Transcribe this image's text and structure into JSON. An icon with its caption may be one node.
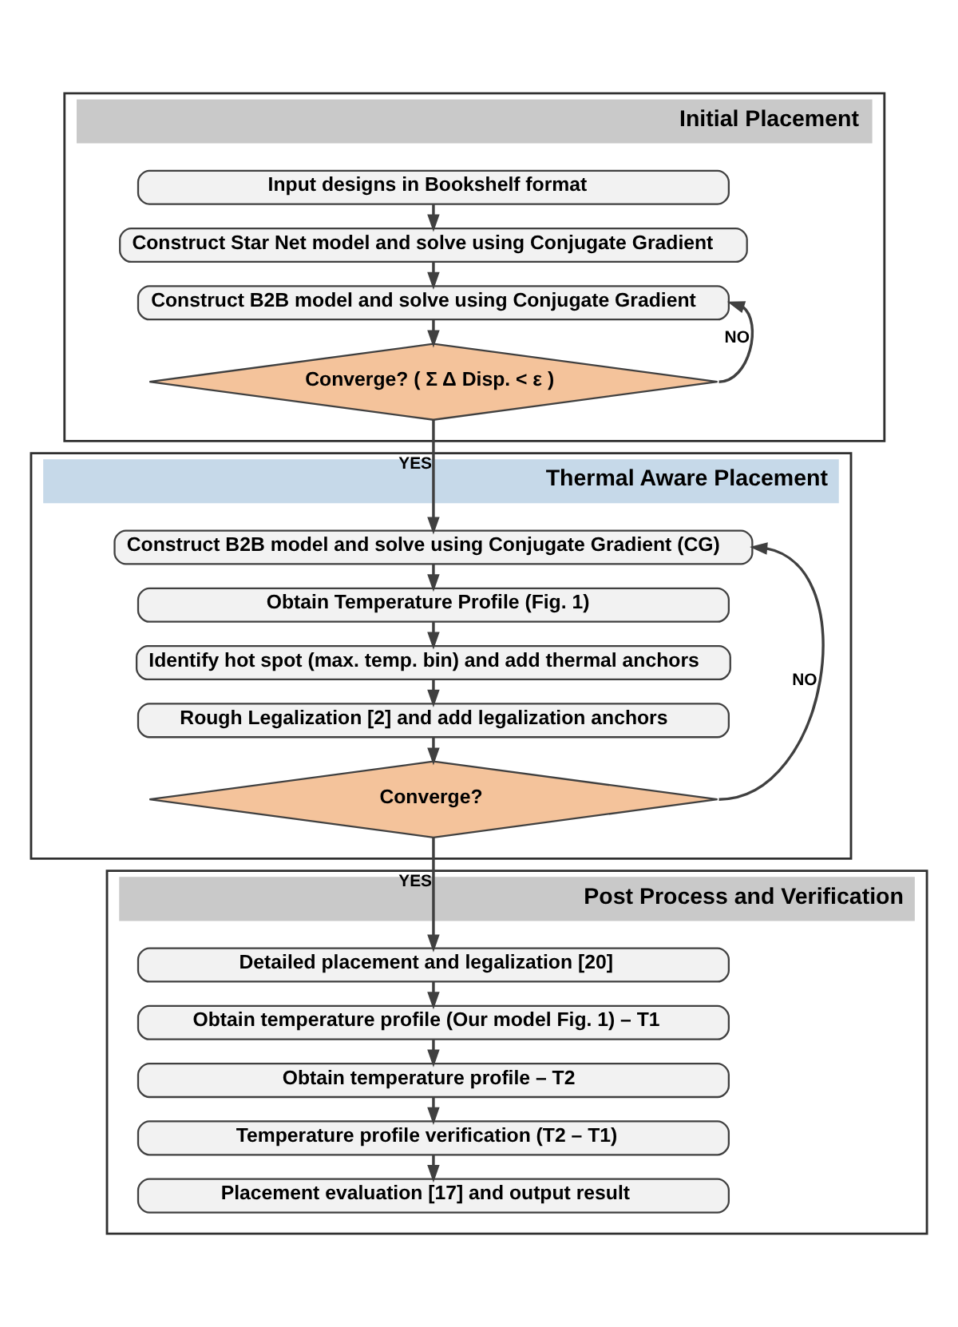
{
  "diagram": {
    "nodes": [
      {
        "text": [
          "Initial Placement"
        ]
      },
      {
        "text": [
          "Input designs in Bookshelf format"
        ],
        "in": 0
      },
      {
        "text": [
          "Construct Star Net model and solve using Conjugate Gradient"
        ],
        "in": 0
      },
      {
        "text": [
          "Construct B2B model and solve using Conjugate Gradient"
        ],
        "in": 0
      },
      {
        "text": [
          "Converge? ( Σ Δ Disp. < ε )"
        ],
        "in": 0
      },
      {
        "text": [
          "Thermal Aware Placement"
        ]
      },
      {
        "text": [
          "Construct B2B model and solve using Conjugate Gradient (CG)"
        ],
        "in": 5
      },
      {
        "text": [
          "Obtain Temperature Profile (Fig. 1)"
        ],
        "in": 5
      },
      {
        "text": [
          "Identify hot spot (max. temp. bin) and add thermal anchors"
        ],
        "in": 5
      },
      {
        "text": [
          "Rough Legalization [2] and add legalization anchors"
        ],
        "in": 5
      },
      {
        "text": [
          "Converge?"
        ],
        "in": 5
      },
      {
        "text": [
          "Post Process and Verification"
        ]
      },
      {
        "text": [
          "Detailed placement and legalization [20]"
        ],
        "in": 11
      },
      {
        "text": [
          "Obtain temperature profile (Our model Fig. 1) – T1"
        ],
        "in": 11
      },
      {
        "text": [
          "Obtain temperature profile – T2"
        ],
        "in": 11
      },
      {
        "text": [
          "Temperature profile verification (T2 – T1)"
        ],
        "in": 11
      },
      {
        "text": [
          "Placement evaluation [17] and output result"
        ],
        "in": 11
      }
    ],
    "edges": [
      {
        "from": 1,
        "to": 2,
        "arrow": "to"
      },
      {
        "from": 2,
        "to": 3,
        "arrow": "to"
      },
      {
        "from": 3,
        "to": 4,
        "arrow": "to"
      },
      {
        "from": 4,
        "to": 3,
        "arrow": "to",
        "label": "NO"
      },
      {
        "from": 4,
        "to": 6,
        "arrow": "to",
        "label": "YES"
      },
      {
        "from": 6,
        "to": 7,
        "arrow": "to"
      },
      {
        "from": 7,
        "to": 8,
        "arrow": "to"
      },
      {
        "from": 8,
        "to": 9,
        "arrow": "to"
      },
      {
        "from": 9,
        "to": 10,
        "arrow": "to"
      },
      {
        "from": 10,
        "to": 6,
        "arrow": "to",
        "label": "NO"
      },
      {
        "from": 10,
        "to": 12,
        "arrow": "to",
        "label": "YES"
      },
      {
        "from": 12,
        "to": 13,
        "arrow": "to"
      },
      {
        "from": 13,
        "to": 14,
        "arrow": "to"
      },
      {
        "from": 14,
        "to": 15,
        "arrow": "to"
      },
      {
        "from": 15,
        "to": 16,
        "arrow": "to"
      }
    ]
  }
}
